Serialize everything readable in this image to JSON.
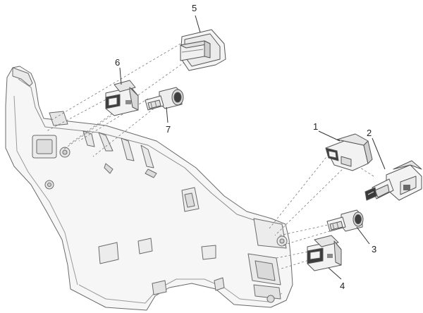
{
  "diagram": {
    "callouts": [
      {
        "id": "part-1",
        "label": "1"
      },
      {
        "id": "part-2",
        "label": "2"
      },
      {
        "id": "part-3",
        "label": "3"
      },
      {
        "id": "part-4",
        "label": "4"
      },
      {
        "id": "part-5",
        "label": "5"
      },
      {
        "id": "part-6",
        "label": "6"
      },
      {
        "id": "part-7",
        "label": "7"
      }
    ]
  },
  "colors": {
    "line": "#555555",
    "fill": "#f4f4f4",
    "shade": "#dcdcdc",
    "dark": "#3a3a3a"
  }
}
